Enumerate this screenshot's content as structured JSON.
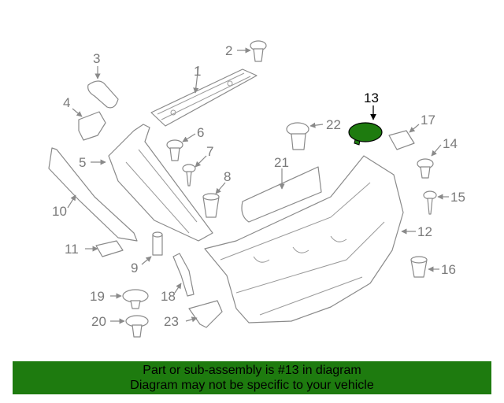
{
  "diagram": {
    "callouts": {
      "c1": "1",
      "c2": "2",
      "c3": "3",
      "c4": "4",
      "c5": "5",
      "c6": "6",
      "c7": "7",
      "c8": "8",
      "c9": "9",
      "c10": "10",
      "c11": "11",
      "c12": "12",
      "c13": "13",
      "c14": "14",
      "c15": "15",
      "c16": "16",
      "c17": "17",
      "c18": "18",
      "c19": "19",
      "c20": "20",
      "c21": "21",
      "c22": "22",
      "c23": "23"
    },
    "highlighted_part": "13",
    "colors": {
      "highlight_fill": "#1e7b0f",
      "line": "#8a8a8a",
      "footer_bg": "#1e7b0f"
    }
  },
  "footer": {
    "line1": "Part or sub-assembly is #13 in diagram",
    "line2": "Diagram may not be specific to your vehicle"
  }
}
